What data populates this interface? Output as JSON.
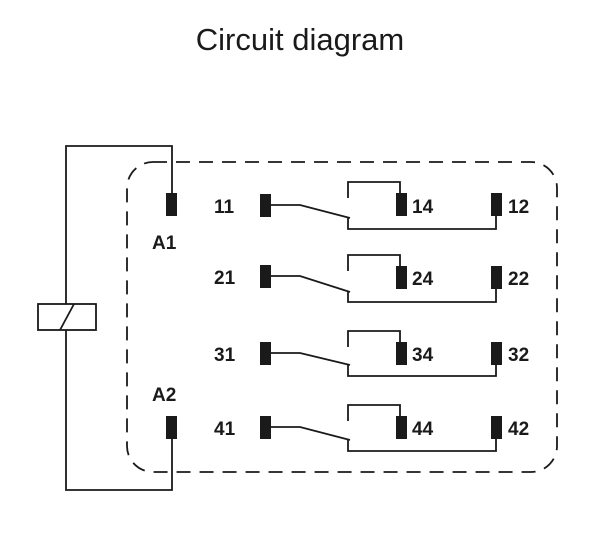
{
  "title": "Circuit diagram",
  "coil_terminals": {
    "a1": "A1",
    "a2": "A2"
  },
  "contacts": [
    {
      "common": "11",
      "no": "14",
      "nc": "12"
    },
    {
      "common": "21",
      "no": "24",
      "nc": "22"
    },
    {
      "common": "31",
      "no": "34",
      "nc": "32"
    },
    {
      "common": "41",
      "no": "44",
      "nc": "42"
    }
  ],
  "colors": {
    "line": "#1a1a1a",
    "background": "#ffffff"
  }
}
